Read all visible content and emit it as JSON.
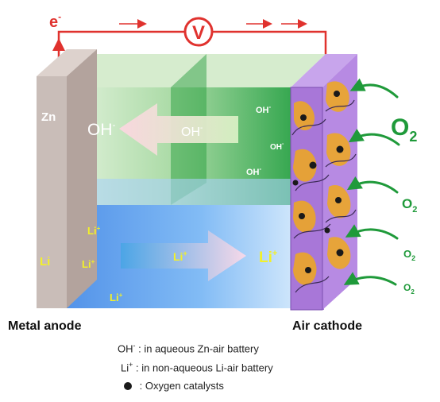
{
  "diagram": {
    "electron_left": "e",
    "electron_right": "e",
    "electron_sup": "-",
    "voltmeter": "V",
    "anode_top": "Zn",
    "anode_bottom": "Li",
    "oh_big": "OH",
    "oh_arrow": "OH",
    "oh_small": [
      "OH",
      "OH",
      "OH"
    ],
    "li_labels": [
      "Li",
      "Li",
      "Li",
      "Li",
      "Li"
    ],
    "ion_minus": "-",
    "ion_plus": "+",
    "o2": [
      "O",
      "O",
      "O",
      "O"
    ],
    "o2_sub": "2"
  },
  "labels": {
    "metal_anode": "Metal anode",
    "air_cathode": "Air cathode"
  },
  "legend": {
    "oh_ion": "OH",
    "oh_sup": "-",
    "oh_text": " : in aqueous Zn-air battery",
    "li_ion": "Li",
    "li_sup": "+",
    "li_text": " : in non-aqueous Li-air battery",
    "catalyst_text": " : Oxygen catalysts"
  },
  "colors": {
    "wire": "#e0322e",
    "anode": "#c9bdb8",
    "aqueous": "#3fae4a",
    "nonaqueous": "#3c8ee8",
    "cathode": "#a877d8",
    "catalyst": "#f0a81c",
    "o2_arrow": "#1f9a3a",
    "li_text": "#f2f02a"
  }
}
